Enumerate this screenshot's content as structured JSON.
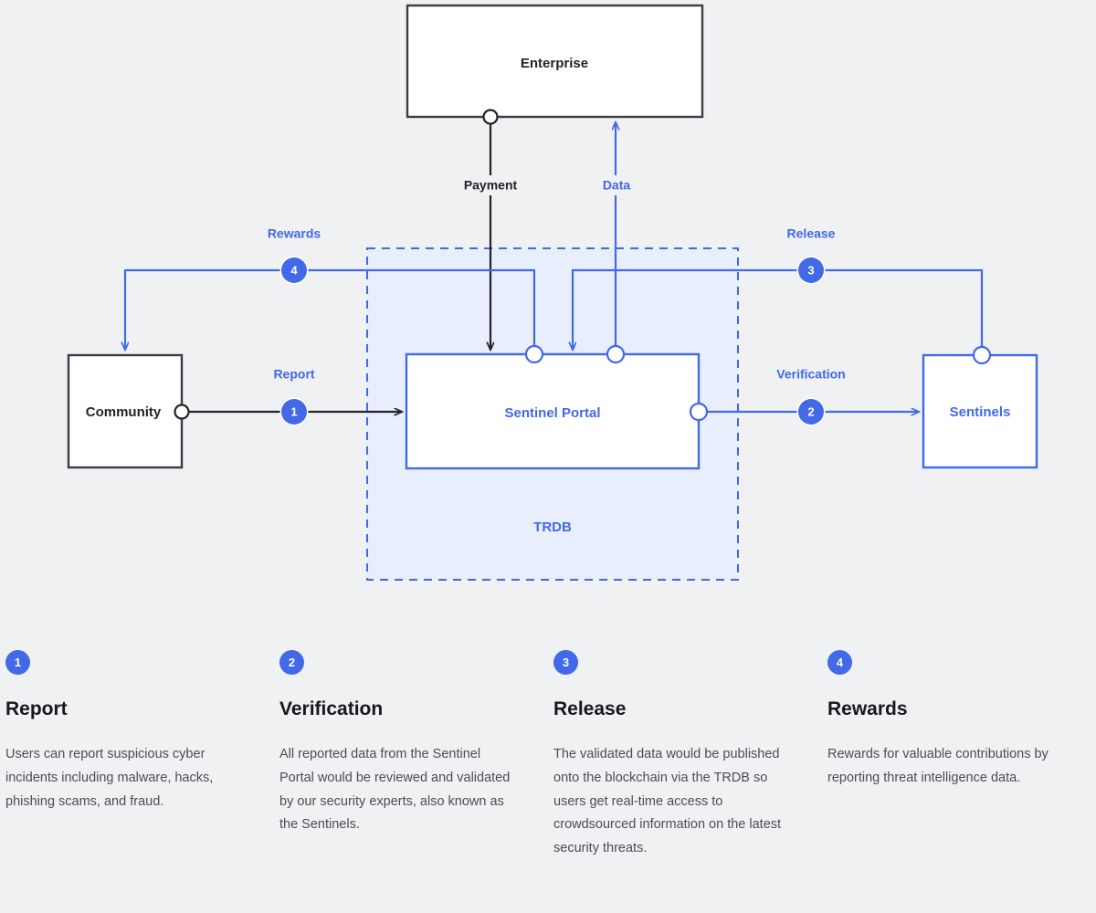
{
  "theme": {
    "background": "#f0f1f3",
    "accent_blue": "#4169e8",
    "dark_stroke": "#22242a",
    "trdb_fill": "#e8eefc",
    "node_fill": "#ffffff"
  },
  "diagram": {
    "nodes": {
      "enterprise": {
        "label": "Enterprise"
      },
      "community": {
        "label": "Community"
      },
      "sentinel_portal": {
        "label": "Sentinel Portal"
      },
      "sentinels": {
        "label": "Sentinels"
      },
      "trdb": {
        "label": "TRDB"
      }
    },
    "edges": {
      "payment": {
        "label": "Payment"
      },
      "data": {
        "label": "Data"
      },
      "report": {
        "label": "Report",
        "number": "1"
      },
      "verification": {
        "label": "Verification",
        "number": "2"
      },
      "release": {
        "label": "Release",
        "number": "3"
      },
      "rewards": {
        "label": "Rewards",
        "number": "4"
      }
    }
  },
  "legend": {
    "items": [
      {
        "number": "1",
        "title": "Report",
        "description": "Users can report suspicious cyber incidents including malware, hacks, phishing scams, and fraud."
      },
      {
        "number": "2",
        "title": "Verification",
        "description": "All reported data from the Sentinel Portal would be reviewed and validated by our security experts, also known as the Sentinels."
      },
      {
        "number": "3",
        "title": "Release",
        "description": "The validated data would be published onto the blockchain via the TRDB so users get real-time access to crowdsourced information on the latest security threats."
      },
      {
        "number": "4",
        "title": "Rewards",
        "description": "Rewards for valuable contributions by reporting threat intelligence data."
      }
    ]
  }
}
